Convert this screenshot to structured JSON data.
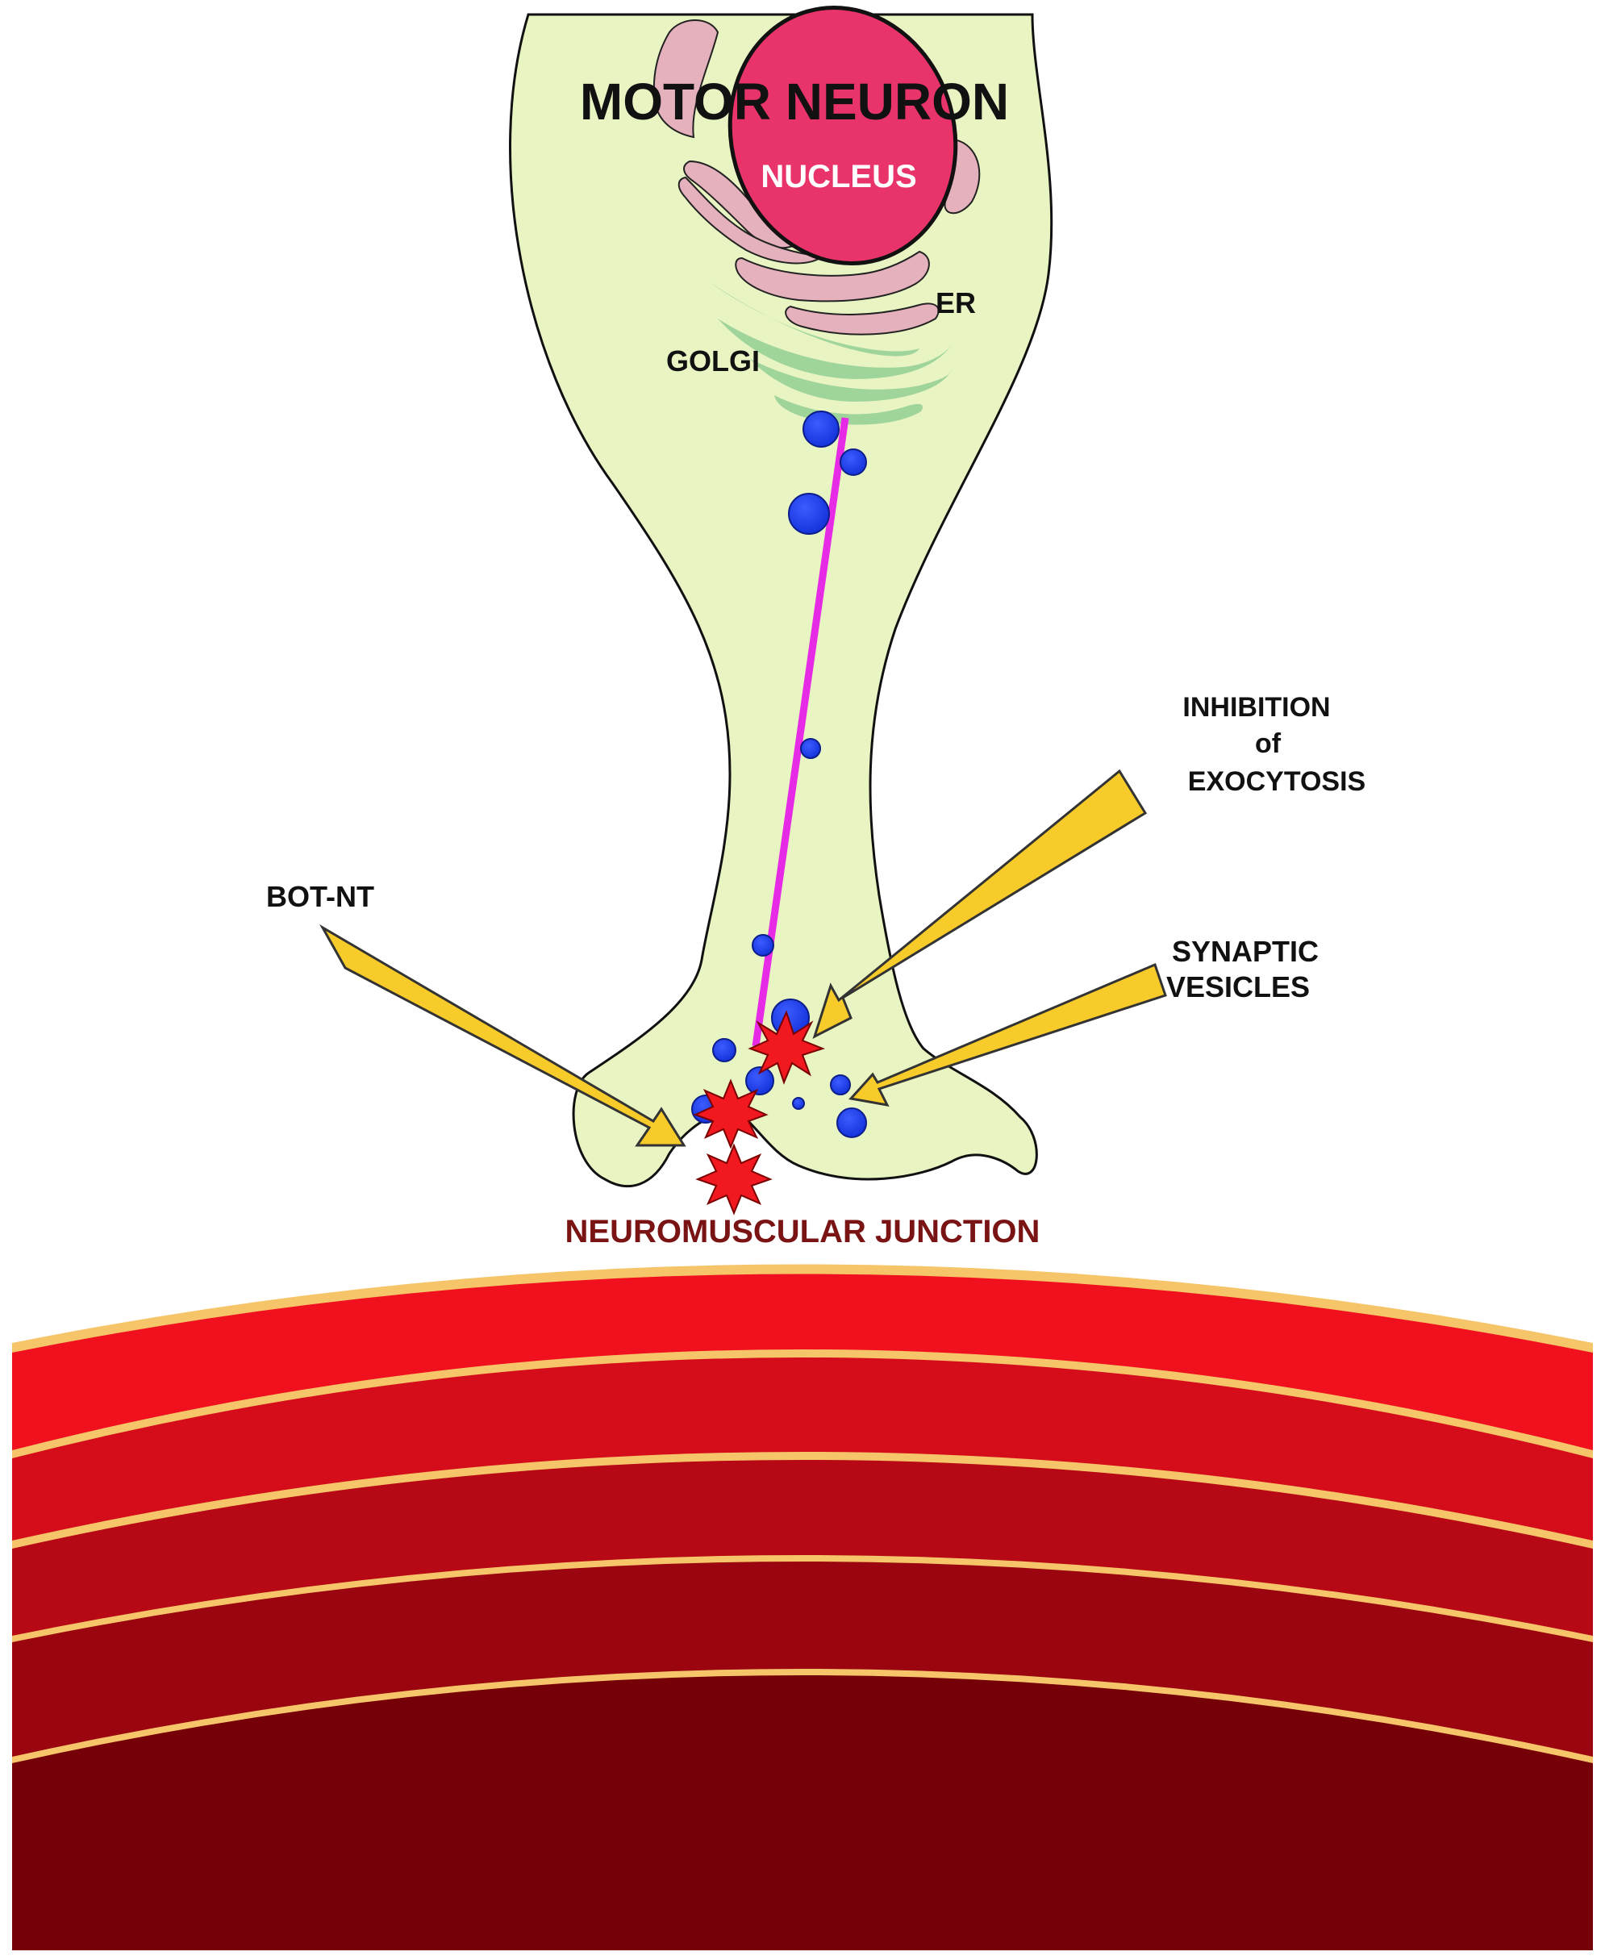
{
  "labels": {
    "motor_neuron": "MOTOR NEURON",
    "nucleus": "NUCLEUS",
    "er": "ER",
    "golgi": "GOLGI",
    "inhibition_line1": "INHIBITION",
    "inhibition_line2": "of",
    "inhibition_line3": "EXOCYTOSIS",
    "bot_nt": "BOT-NT",
    "synaptic_line1": "SYNAPTIC",
    "synaptic_line2": "VESICLES",
    "nmj": "NEUROMUSCULAR JUNCTION"
  },
  "colors": {
    "cell_fill": "#e9f4c3",
    "nucleus": "#e8346a",
    "er": "#e5b1bd",
    "golgi": "#9fd49b",
    "microtubule": "#e62ae6",
    "vesicle": "#1437ee",
    "burst": "#f21820",
    "arrow": "#f7cb2a",
    "nmj_text": "#7a1414",
    "muscle_outer": "#f0101e",
    "muscle_inner": "#760008",
    "muscle_stripe": "#f6c56a"
  },
  "icons": {
    "exocytosis_burst": "starburst",
    "vesicle": "circle"
  }
}
